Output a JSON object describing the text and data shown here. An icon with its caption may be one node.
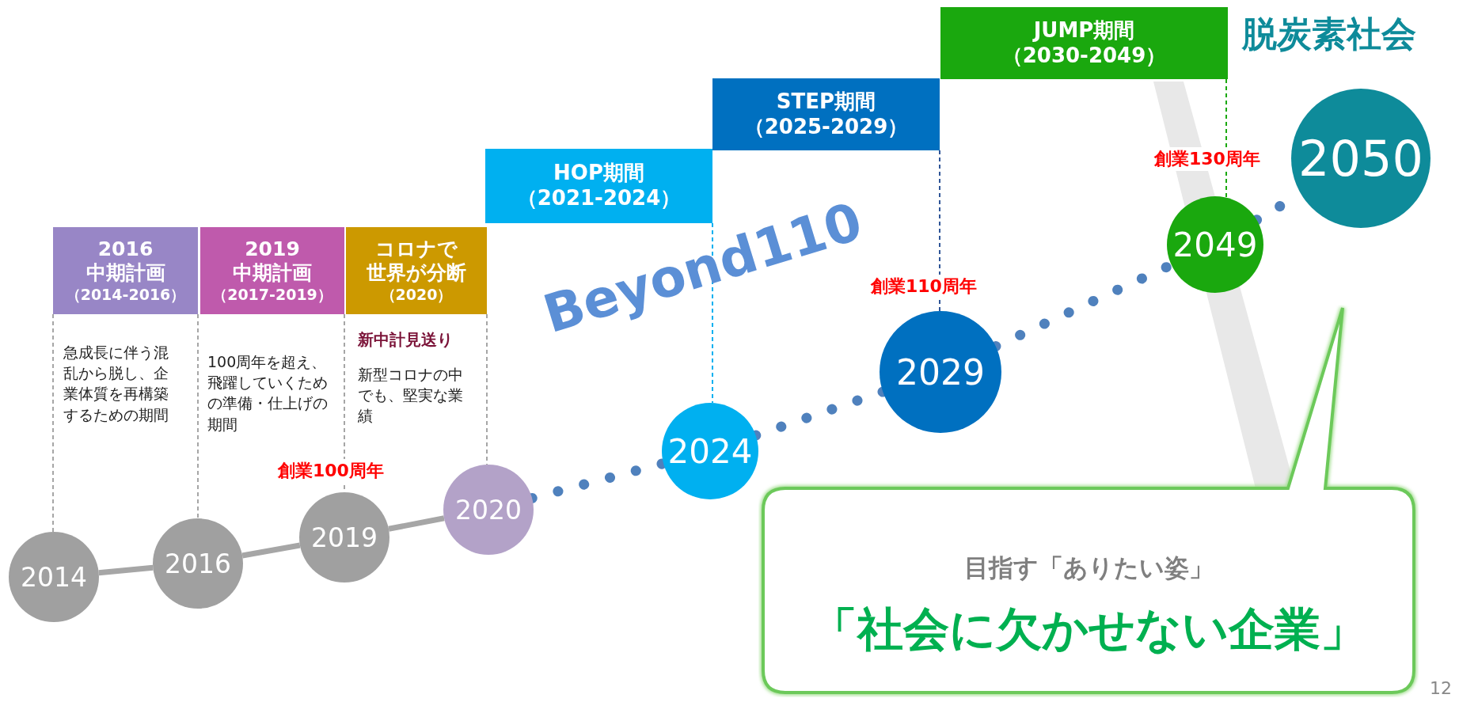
{
  "diagram": {
    "nodes": [
      {
        "text": [
          "2016",
          "中期計画",
          "（2014-2016）"
        ],
        "beside": [
          "急成長に伴う混乱から脱し、企業体質を再構築するための期間"
        ]
      },
      {
        "text": [
          "2019",
          "中期計画",
          "（2017-2019）"
        ],
        "beside": [
          "100周年を超え、飛躍していくための準備・仕上げの期間"
        ]
      },
      {
        "text": [
          "コロナで",
          "世界が分断",
          "（2020）"
        ],
        "beside": [
          "新中計見送り",
          "新型コロナの中でも、堅実な業績"
        ]
      },
      {
        "text": [
          "HOP期間",
          "（2021-2024）"
        ]
      },
      {
        "text": [
          "STEP期間",
          "（2025-2029）"
        ]
      },
      {
        "text": [
          "JUMP期間",
          "（2030-2049）"
        ]
      },
      {
        "text": [
          "2014"
        ]
      },
      {
        "text": [
          "2016"
        ]
      },
      {
        "text": [
          "2019"
        ],
        "beside": [
          "創業100周年"
        ]
      },
      {
        "text": [
          "2020"
        ]
      },
      {
        "text": [
          "2024"
        ]
      },
      {
        "text": [
          "2029"
        ],
        "beside": [
          "創業110周年"
        ]
      },
      {
        "text": [
          "2049"
        ],
        "beside": [
          "創業130周年"
        ]
      },
      {
        "text": [
          "2050"
        ]
      },
      {
        "text": [
          "目指す「ありたい姿」",
          "「社会に欠かせない企業」"
        ]
      }
    ],
    "edges": [
      {
        "from": 0,
        "to": 6,
        "arrow": "none",
        "style": "dashed"
      },
      {
        "from": 0,
        "to": 7,
        "arrow": "none",
        "style": "dashed"
      },
      {
        "from": 1,
        "to": 8,
        "arrow": "none",
        "style": "dashed"
      },
      {
        "from": 2,
        "to": 9,
        "arrow": "none",
        "style": "dashed"
      },
      {
        "from": 3,
        "to": 10,
        "arrow": "none",
        "style": "dashed",
        "color": "#00b0f0"
      },
      {
        "from": 4,
        "to": 11,
        "arrow": "none",
        "style": "dashed",
        "color": "#2f5597"
      },
      {
        "from": 5,
        "to": 12,
        "arrow": "none",
        "style": "dashed",
        "color": "#1aa80e"
      },
      {
        "from": 6,
        "to": 7,
        "arrow": "none",
        "style": "thick"
      },
      {
        "from": 7,
        "to": 8,
        "arrow": "none",
        "style": "thick"
      },
      {
        "from": 8,
        "to": 9,
        "arrow": "none",
        "style": "thick"
      },
      {
        "from": 9,
        "to": 10,
        "arrow": "none",
        "style": "dashed",
        "color": "#4f81bd"
      },
      {
        "from": 10,
        "to": 11,
        "arrow": "none",
        "style": "dashed",
        "color": "#4f81bd"
      },
      {
        "from": 11,
        "to": 12,
        "arrow": "none",
        "style": "dashed",
        "color": "#4f81bd"
      },
      {
        "from": 12,
        "to": 13,
        "arrow": "none",
        "style": "dashed",
        "color": "#4f81bd"
      }
    ],
    "labels": [
      "脱炭素社会",
      "Beyond110",
      "12"
    ]
  }
}
